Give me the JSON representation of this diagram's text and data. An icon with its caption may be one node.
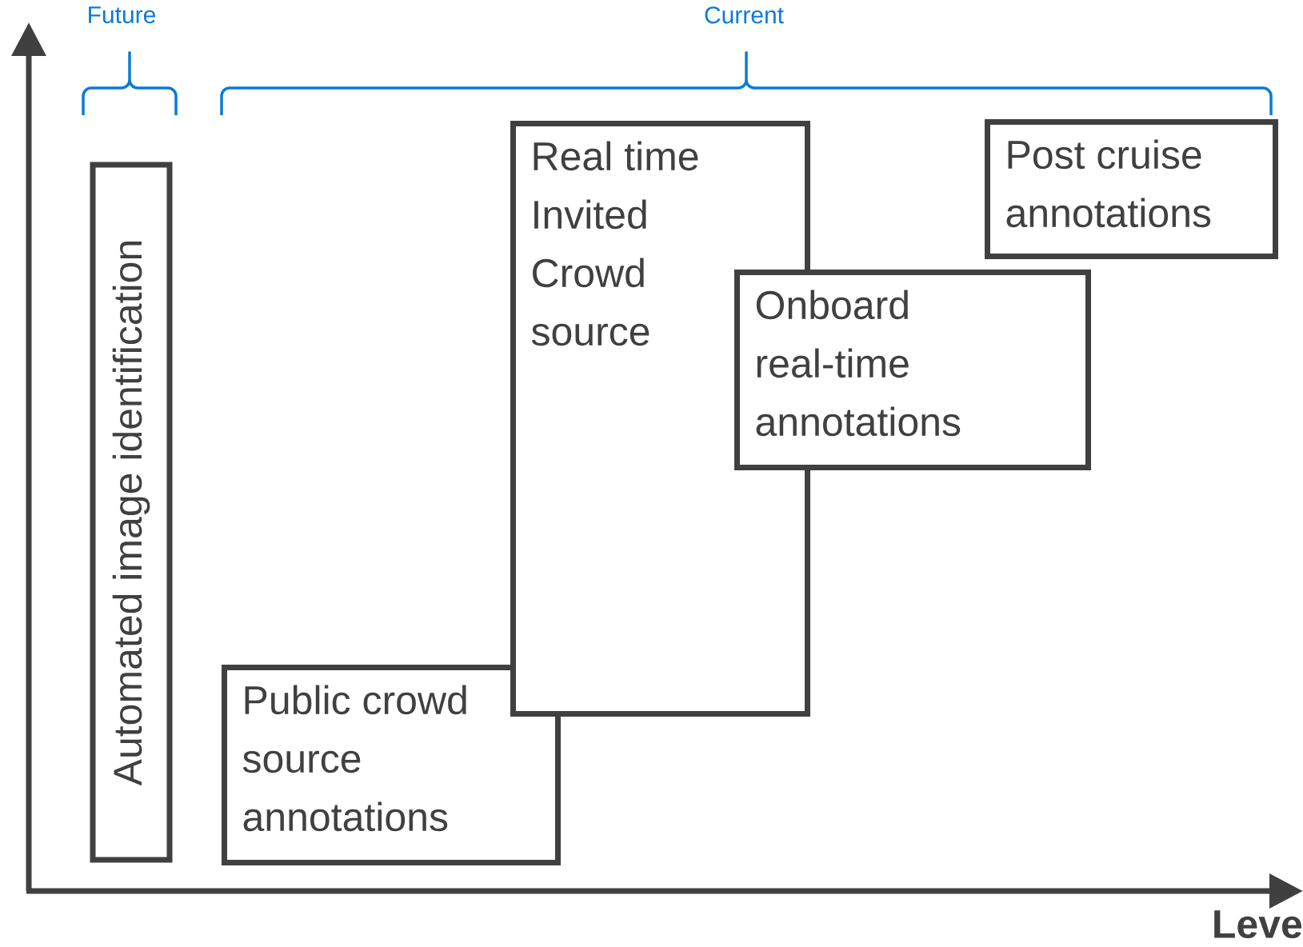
{
  "diagram": {
    "nodes": [
      {
        "text": [
          "Automated image identification"
        ]
      },
      {
        "text": [
          "Real time Invited Crowd source"
        ]
      },
      {
        "text": [
          "Post cruise annotations"
        ]
      },
      {
        "text": [
          "Onboard real-time annotations"
        ]
      },
      {
        "text": [
          "Public crowd source annotations"
        ]
      }
    ],
    "labels": [
      "Future",
      "Current",
      "Leve"
    ]
  }
}
